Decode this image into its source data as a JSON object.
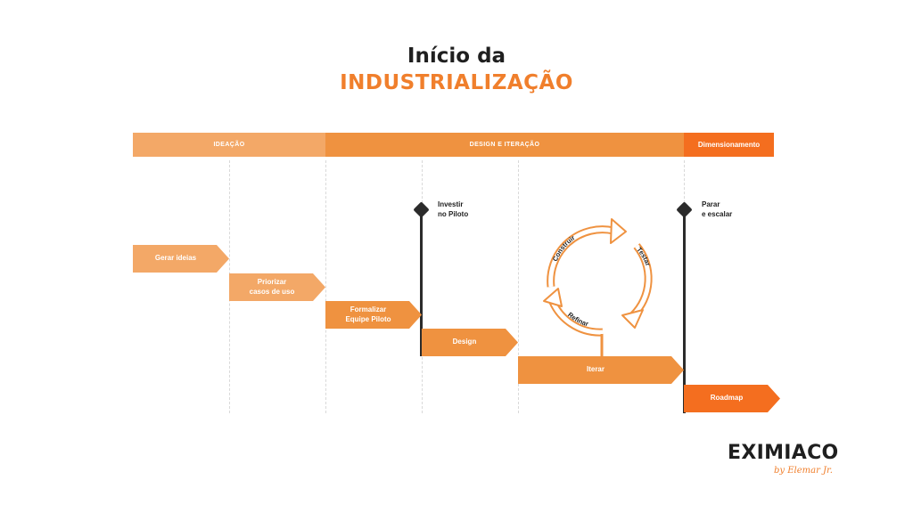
{
  "title": {
    "line1": "Início da",
    "line2": "INDUSTRIALIZAÇÃO"
  },
  "phases": [
    {
      "label": "IDEAÇÃO"
    },
    {
      "label": "DESIGN E ITERAÇÃO"
    },
    {
      "label": "Dimensionamento"
    }
  ],
  "steps": [
    {
      "label": "Gerar ideias"
    },
    {
      "line1": "Priorizar",
      "line2": "casos de uso"
    },
    {
      "line1": "Formalizar",
      "line2": "Equipe Piloto"
    },
    {
      "label": "Design"
    },
    {
      "label": "Iterar"
    },
    {
      "label": "Roadmap"
    }
  ],
  "milestones": [
    {
      "line1": "Investir",
      "line2": "no Piloto"
    },
    {
      "line1": "Parar",
      "line2": "e escalar"
    }
  ],
  "cycle": {
    "construir": "Construir",
    "testar": "Testar",
    "refinar": "Refinar"
  },
  "logo": {
    "main": "EXIMIACO",
    "sub": "by Elemar Jr."
  },
  "colors": {
    "light": "#f3a867",
    "mid": "#ef9240",
    "strong": "#f46e1f",
    "dark": "#2b2b2b"
  }
}
